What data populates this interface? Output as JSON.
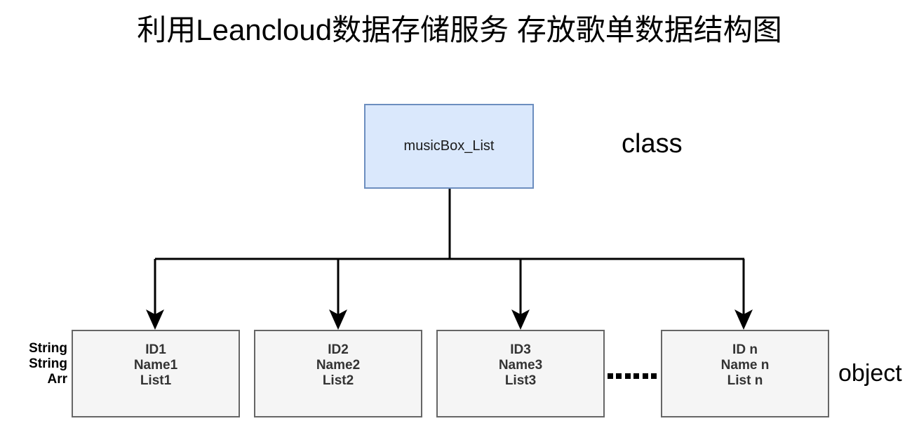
{
  "title": "利用Leancloud数据存储服务 存放歌单数据结构图",
  "class_node": {
    "label": "musicBox_List",
    "fill": "#dae8fc",
    "stroke": "#6c8ebf"
  },
  "legend": {
    "class_label": "class",
    "object_label": "object"
  },
  "type_column": {
    "labels": [
      "String",
      "String",
      "Arr"
    ]
  },
  "objects": {
    "fill": "#f5f5f5",
    "stroke": "#666666",
    "items": [
      {
        "id": "ID1",
        "name": "Name1",
        "list": "List1"
      },
      {
        "id": "ID2",
        "name": "Name2",
        "list": "List2"
      },
      {
        "id": "ID3",
        "name": "Name3",
        "list": "List3"
      },
      {
        "id": "ID n",
        "name": "Name n",
        "list": "List n"
      }
    ]
  },
  "ellipsis": {
    "glyph": "……",
    "dot_count": 6
  },
  "connector": {
    "color": "#000000"
  }
}
